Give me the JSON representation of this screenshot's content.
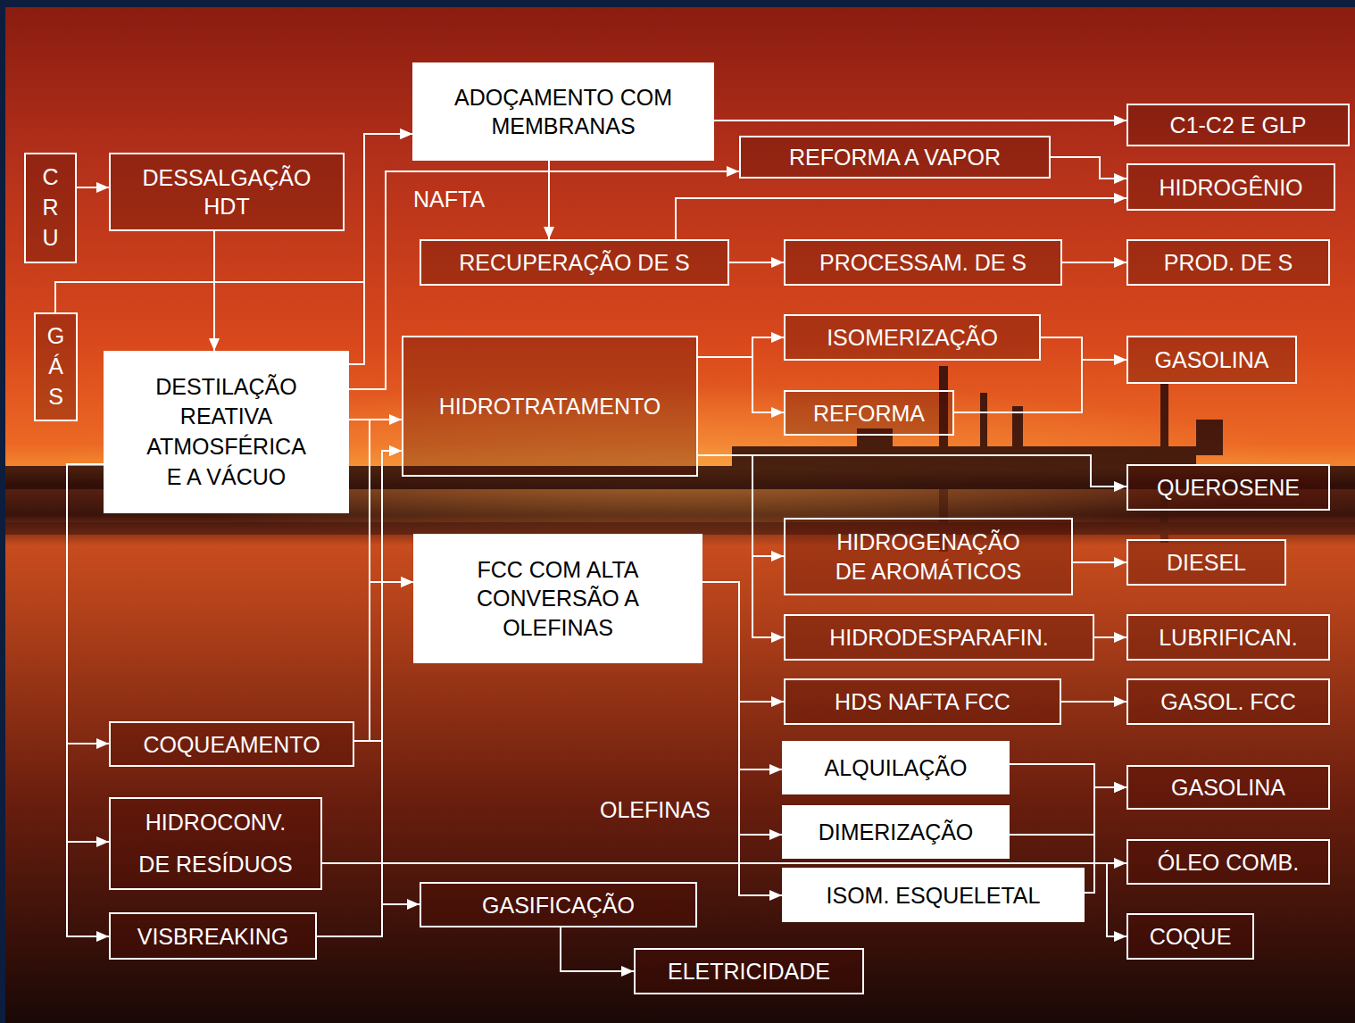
{
  "diagram": {
    "nodes": [
      {
        "text": [
          "CRU"
        ]
      },
      {
        "text": [
          "DESSALGAÇÃO HDT"
        ]
      },
      {
        "text": [
          "GÁS"
        ]
      },
      {
        "text": [
          "DESTILAÇÃO REATIVA ATMOSFÉRICA E A VÁCUO"
        ]
      },
      {
        "text": [
          "ADOÇAMENTO COM MEMBRANAS"
        ]
      },
      {
        "text": [
          "REFORMA A VAPOR"
        ]
      },
      {
        "text": [
          "C1-C2 E GLP"
        ]
      },
      {
        "text": [
          "HIDROGÊNIO"
        ]
      },
      {
        "text": [
          "RECUPERAÇÃO DE S"
        ]
      },
      {
        "text": [
          "PROCESSAM. DE S"
        ]
      },
      {
        "text": [
          "PROD. DE S"
        ]
      },
      {
        "text": [
          "HIDROTRATAMENTO"
        ]
      },
      {
        "text": [
          "ISOMERIZAÇÃO"
        ]
      },
      {
        "text": [
          "REFORMA"
        ]
      },
      {
        "text": [
          "GASOLINA"
        ]
      },
      {
        "text": [
          "QUEROSENE"
        ]
      },
      {
        "text": [
          "FCC COM ALTA CONVERSÃO A OLEFINAS"
        ]
      },
      {
        "text": [
          "HIDROGENAÇÃO DE AROMÁTICOS"
        ]
      },
      {
        "text": [
          "DIESEL"
        ]
      },
      {
        "text": [
          "HIDRODESPARAFIN."
        ]
      },
      {
        "text": [
          "LUBRIFICAN."
        ]
      },
      {
        "text": [
          "HDS NAFTA FCC"
        ]
      },
      {
        "text": [
          "GASOL. FCC"
        ]
      },
      {
        "text": [
          "COQUEAMENTO"
        ]
      },
      {
        "text": [
          "ALQUILAÇÃO"
        ]
      },
      {
        "text": [
          "GASOLINA"
        ]
      },
      {
        "text": [
          "HIDROCONV. DE RESÍDUOS"
        ]
      },
      {
        "text": [
          "DIMERIZAÇÃO"
        ]
      },
      {
        "text": [
          "ÓLEO COMB."
        ]
      },
      {
        "text": [
          "GASIFICAÇÃO"
        ]
      },
      {
        "text": [
          "ISOM. ESQUELETAL"
        ]
      },
      {
        "text": [
          "COQUE"
        ]
      },
      {
        "text": [
          "VISBREAKING"
        ]
      },
      {
        "text": [
          "ELETRICIDADE"
        ]
      }
    ],
    "edges": [
      {
        "from": 0,
        "to": 1,
        "arrow": "to"
      },
      {
        "from": 1,
        "to": 3,
        "arrow": "to"
      },
      {
        "from": 2,
        "to": 4,
        "arrow": "to"
      },
      {
        "from": 3,
        "to": 4,
        "arrow": "to"
      },
      {
        "from": 3,
        "to": 5,
        "arrow": "to"
      },
      {
        "from": 4,
        "to": 6,
        "arrow": "to"
      },
      {
        "from": 4,
        "to": 8,
        "arrow": "to"
      },
      {
        "from": 5,
        "to": 7,
        "arrow": "to"
      },
      {
        "from": 8,
        "to": 7,
        "arrow": "to"
      },
      {
        "from": 8,
        "to": 9,
        "arrow": "to"
      },
      {
        "from": 9,
        "to": 10,
        "arrow": "to"
      },
      {
        "from": 3,
        "to": 11,
        "arrow": "to"
      },
      {
        "from": 3,
        "to": 16,
        "arrow": "to"
      },
      {
        "from": 11,
        "to": 12,
        "arrow": "to"
      },
      {
        "from": 11,
        "to": 13,
        "arrow": "to"
      },
      {
        "from": 12,
        "to": 14,
        "arrow": "to"
      },
      {
        "from": 13,
        "to": 14,
        "arrow": "to"
      },
      {
        "from": 11,
        "to": 15,
        "arrow": "to"
      },
      {
        "from": 11,
        "to": 17,
        "arrow": "to"
      },
      {
        "from": 11,
        "to": 19,
        "arrow": "to"
      },
      {
        "from": 17,
        "to": 18,
        "arrow": "to"
      },
      {
        "from": 19,
        "to": 20,
        "arrow": "to"
      },
      {
        "from": 16,
        "to": 21,
        "arrow": "to"
      },
      {
        "from": 16,
        "to": 24,
        "arrow": "to"
      },
      {
        "from": 16,
        "to": 27,
        "arrow": "to"
      },
      {
        "from": 16,
        "to": 30,
        "arrow": "to"
      },
      {
        "from": 21,
        "to": 22,
        "arrow": "to"
      },
      {
        "from": 24,
        "to": 25,
        "arrow": "to"
      },
      {
        "from": 27,
        "to": 25,
        "arrow": "to"
      },
      {
        "from": 30,
        "to": 25,
        "arrow": "to"
      },
      {
        "from": 3,
        "to": 23,
        "arrow": "to"
      },
      {
        "from": 3,
        "to": 26,
        "arrow": "to"
      },
      {
        "from": 3,
        "to": 32,
        "arrow": "to"
      },
      {
        "from": 23,
        "to": 11,
        "arrow": "to"
      },
      {
        "from": 23,
        "to": 16,
        "arrow": "to"
      },
      {
        "from": 32,
        "to": 11,
        "arrow": "to"
      },
      {
        "from": 32,
        "to": 29,
        "arrow": "to"
      },
      {
        "from": 26,
        "to": 28,
        "arrow": "to"
      },
      {
        "from": 26,
        "to": 31,
        "arrow": "to"
      },
      {
        "from": 29,
        "to": 33,
        "arrow": "to"
      }
    ],
    "labels": [
      "NAFTA",
      "OLEFINAS"
    ]
  }
}
